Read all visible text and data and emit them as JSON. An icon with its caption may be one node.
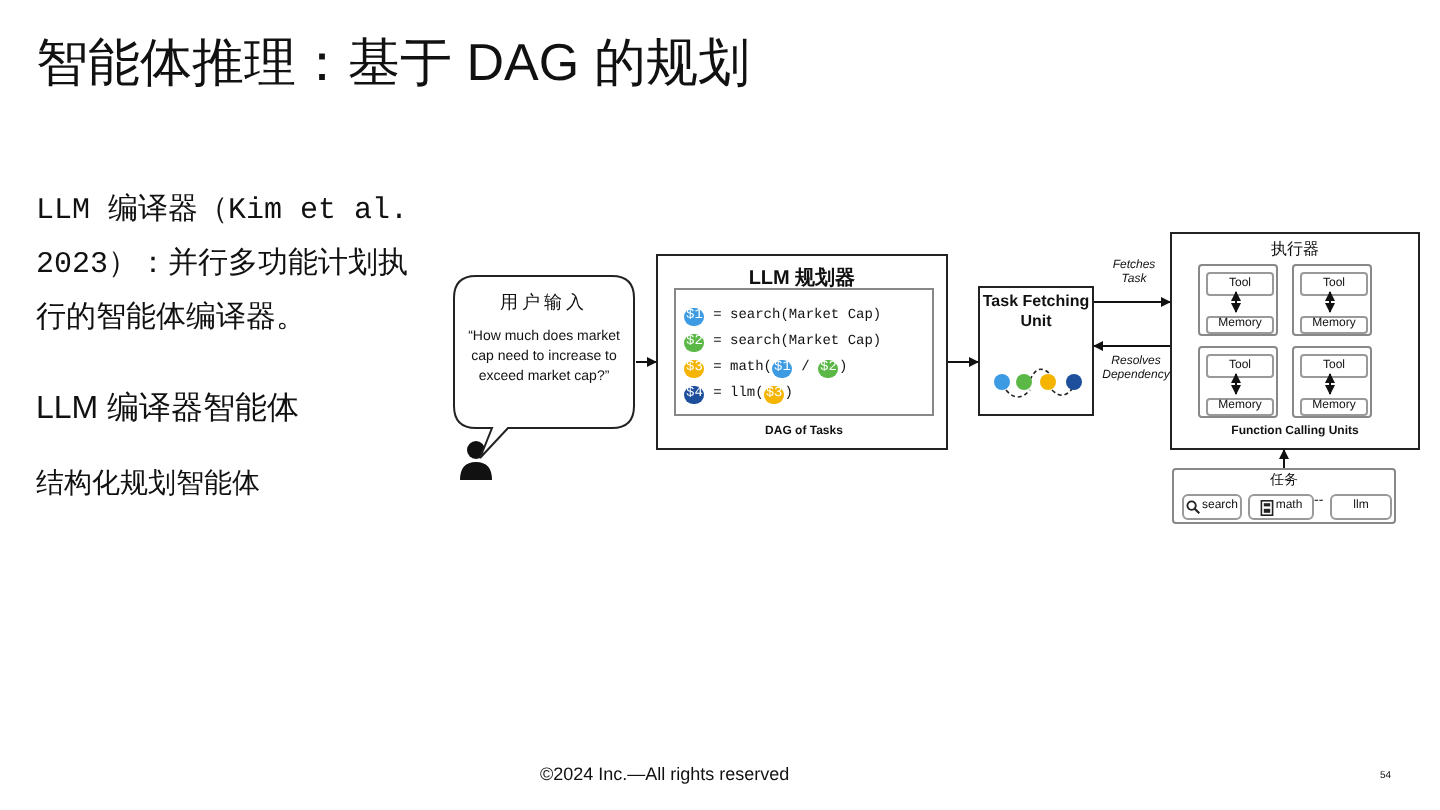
{
  "diagram": {
    "title": "智能体推理：基于 DAG 的规划",
    "nodes": [
      {
        "text": [
          "用户输入",
          "“How much does market cap need to increase to exceed market cap?”"
        ]
      },
      {
        "text": [
          "LLM 规划器"
        ]
      },
      {
        "text": [
          "$1 = search(Market Cap)",
          "$2 = search(Market Cap)",
          "$3 = math($1 / $2)",
          "$4 = llm($3)"
        ],
        "in": 1,
        "beside": [
          "DAG of Tasks"
        ]
      },
      {
        "text": [
          "Task Fetching Unit"
        ]
      },
      {
        "text": [
          "执行器",
          "Function Calling Units"
        ]
      },
      {
        "text": [],
        "shape": "box",
        "in": 4
      },
      {
        "text": [
          "Tool"
        ],
        "in": 5
      },
      {
        "text": [
          "Memory"
        ],
        "in": 5
      },
      {
        "text": [],
        "shape": "box",
        "in": 4
      },
      {
        "text": [
          "Tool"
        ],
        "in": 8
      },
      {
        "text": [
          "Memory"
        ],
        "in": 8
      },
      {
        "text": [],
        "shape": "box",
        "in": 4
      },
      {
        "text": [
          "Tool"
        ],
        "in": 11
      },
      {
        "text": [
          "Memory"
        ],
        "in": 11
      },
      {
        "text": [],
        "shape": "box",
        "in": 4
      },
      {
        "text": [
          "Tool"
        ],
        "in": 14
      },
      {
        "text": [
          "Memory"
        ],
        "in": 14
      },
      {
        "text": [
          "任务"
        ]
      },
      {
        "text": [
          "search"
        ],
        "in": 17
      },
      {
        "text": [
          "math"
        ],
        "in": 17
      },
      {
        "text": [
          "llm"
        ],
        "in": 17
      }
    ],
    "edges": [
      {
        "from": 0,
        "to": 1,
        "arrow": "to"
      },
      {
        "from": 1,
        "to": 3,
        "arrow": "to"
      },
      {
        "from": 3,
        "to": 4,
        "arrow": "to",
        "label": "Fetches Task"
      },
      {
        "from": 4,
        "to": 3,
        "arrow": "to",
        "label": "Resolves Dependency"
      },
      {
        "from": 6,
        "to": 7,
        "arrow": "both"
      },
      {
        "from": 9,
        "to": 10,
        "arrow": "both"
      },
      {
        "from": 12,
        "to": 13,
        "arrow": "both"
      },
      {
        "from": 15,
        "to": 16,
        "arrow": "both"
      },
      {
        "from": 17,
        "to": 4,
        "arrow": "to"
      }
    ],
    "labels": [
      "LLM 编译器（Kim et al. 2023）：并行多功能计划执行的智能体编译器。",
      "LLM 编译器智能体",
      "结构化规划智能体",
      "--",
      "©2024 Inc.—All rights reserved",
      "54"
    ]
  }
}
